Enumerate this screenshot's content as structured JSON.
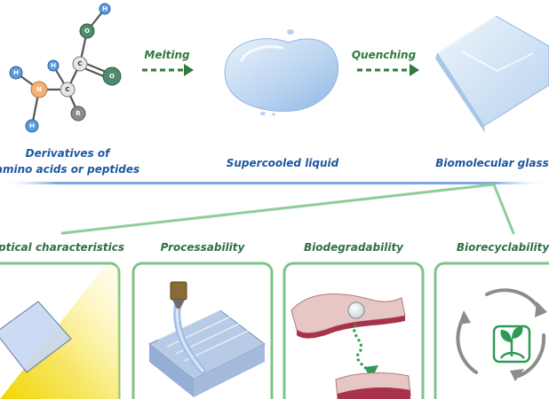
{
  "top": {
    "molecule_label_line1": "Derivatives of",
    "molecule_label_line2": "amino acids or peptides",
    "arrow1_label": "Melting",
    "liquid_label": "Supercooled liquid",
    "arrow2_label": "Quenching",
    "glass_label": "Biomolecular glass"
  },
  "atoms": {
    "h": "H",
    "n": "N",
    "c": "C",
    "o": "O",
    "r": "R"
  },
  "categories": [
    {
      "label": "ptical characteristics"
    },
    {
      "label": "Processability"
    },
    {
      "label": "Biodegradability"
    },
    {
      "label": "Biorecyclability"
    }
  ],
  "colors": {
    "accent_blue": "#1e56a0",
    "accent_green": "#2f7a3a",
    "panel_border": "#7cc48a",
    "divider": "#7fa8e0"
  }
}
